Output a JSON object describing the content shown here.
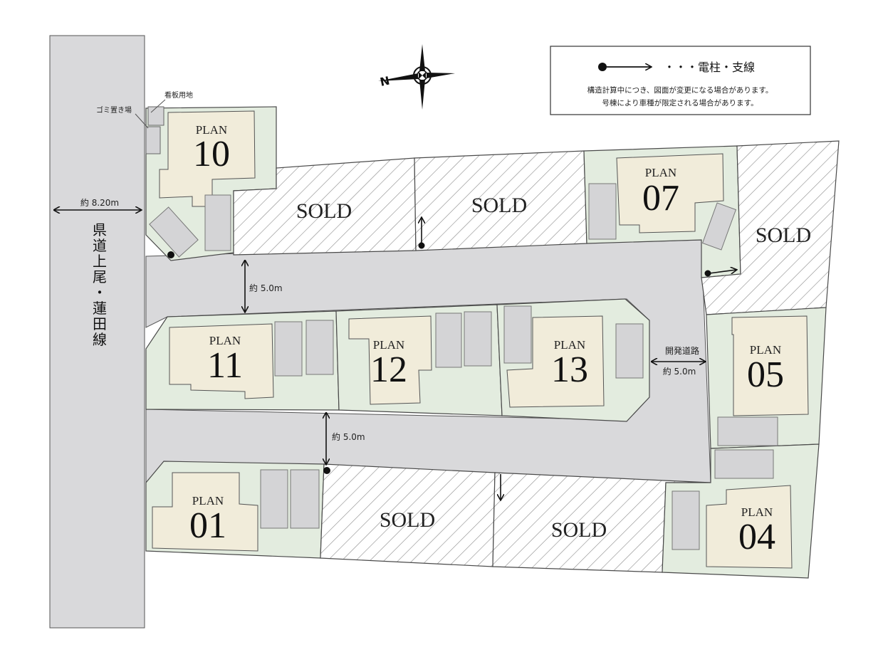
{
  "road": {
    "name_chars": [
      "県",
      "道",
      "上",
      "尾",
      "・",
      "蓮",
      "田",
      "線"
    ],
    "width_label": "約 8.20m"
  },
  "internal_road": {
    "label": "開発道路",
    "width_label": "約 5.0m",
    "gap_top_label": "約 5.0m",
    "gap_bottom_label": "約 5.0m"
  },
  "legend": {
    "symbol_label": "・・・電柱・支線",
    "note_1": "構造計算中につき、図面が変更になる場合があります。",
    "note_2": "号棟により車種が限定される場合があります。"
  },
  "north_label": "N",
  "annotations": {
    "garbage": "ゴミ置き場",
    "signboard": "看板用地"
  },
  "plots": [
    {
      "id": "10",
      "plan_label": "PLAN",
      "number": "10",
      "status": "available"
    },
    {
      "id": "07",
      "plan_label": "PLAN",
      "number": "07",
      "status": "available"
    },
    {
      "id": "11",
      "plan_label": "PLAN",
      "number": "11",
      "status": "available"
    },
    {
      "id": "12",
      "plan_label": "PLAN",
      "number": "12",
      "status": "available"
    },
    {
      "id": "13",
      "plan_label": "PLAN",
      "number": "13",
      "status": "available"
    },
    {
      "id": "05",
      "plan_label": "PLAN",
      "number": "05",
      "status": "available"
    },
    {
      "id": "01",
      "plan_label": "PLAN",
      "number": "01",
      "status": "available"
    },
    {
      "id": "04",
      "plan_label": "PLAN",
      "number": "04",
      "status": "available"
    }
  ],
  "sold_label": "SOLD",
  "colors": {
    "road": "#d9d9db",
    "lot": "#e3ecdf",
    "house": "#f1ecda",
    "parking": "#d4d4d6",
    "outline": "#4a4a4a"
  }
}
